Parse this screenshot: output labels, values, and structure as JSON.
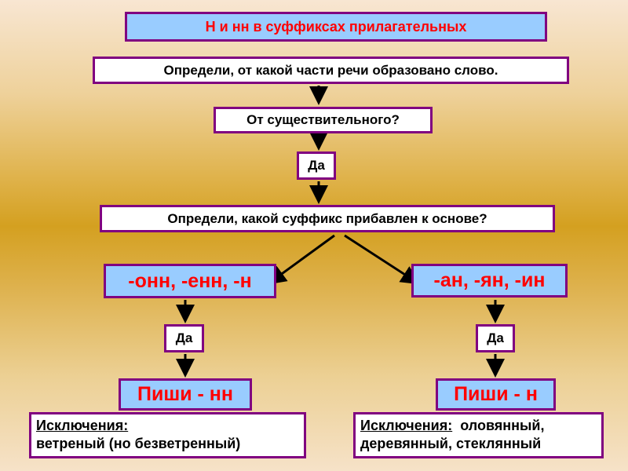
{
  "title": "Н и нн в суффиксах прилагательных",
  "step1": "Определи, от какой части речи образовано слово.",
  "step2": "От существительного?",
  "yes": "Да",
  "step3": "Определи, какой суффикс прибавлен к основе?",
  "left": {
    "suffixes": "-онн, -енн, -н",
    "yes": "Да",
    "result": "Пиши - нн",
    "exceptions_label": "Исключения:",
    "exceptions": "ветреный (но безветренный)"
  },
  "right": {
    "suffixes": "-ан, -ян, -ин",
    "yes": "Да",
    "result": "Пиши - н",
    "exceptions_label": "Исключения:",
    "exceptions_line1": "оловянный,",
    "exceptions_line2": "деревянный, стеклянный"
  },
  "colors": {
    "border": "#800080",
    "blue": "#99ccff",
    "red": "#ff0000"
  }
}
